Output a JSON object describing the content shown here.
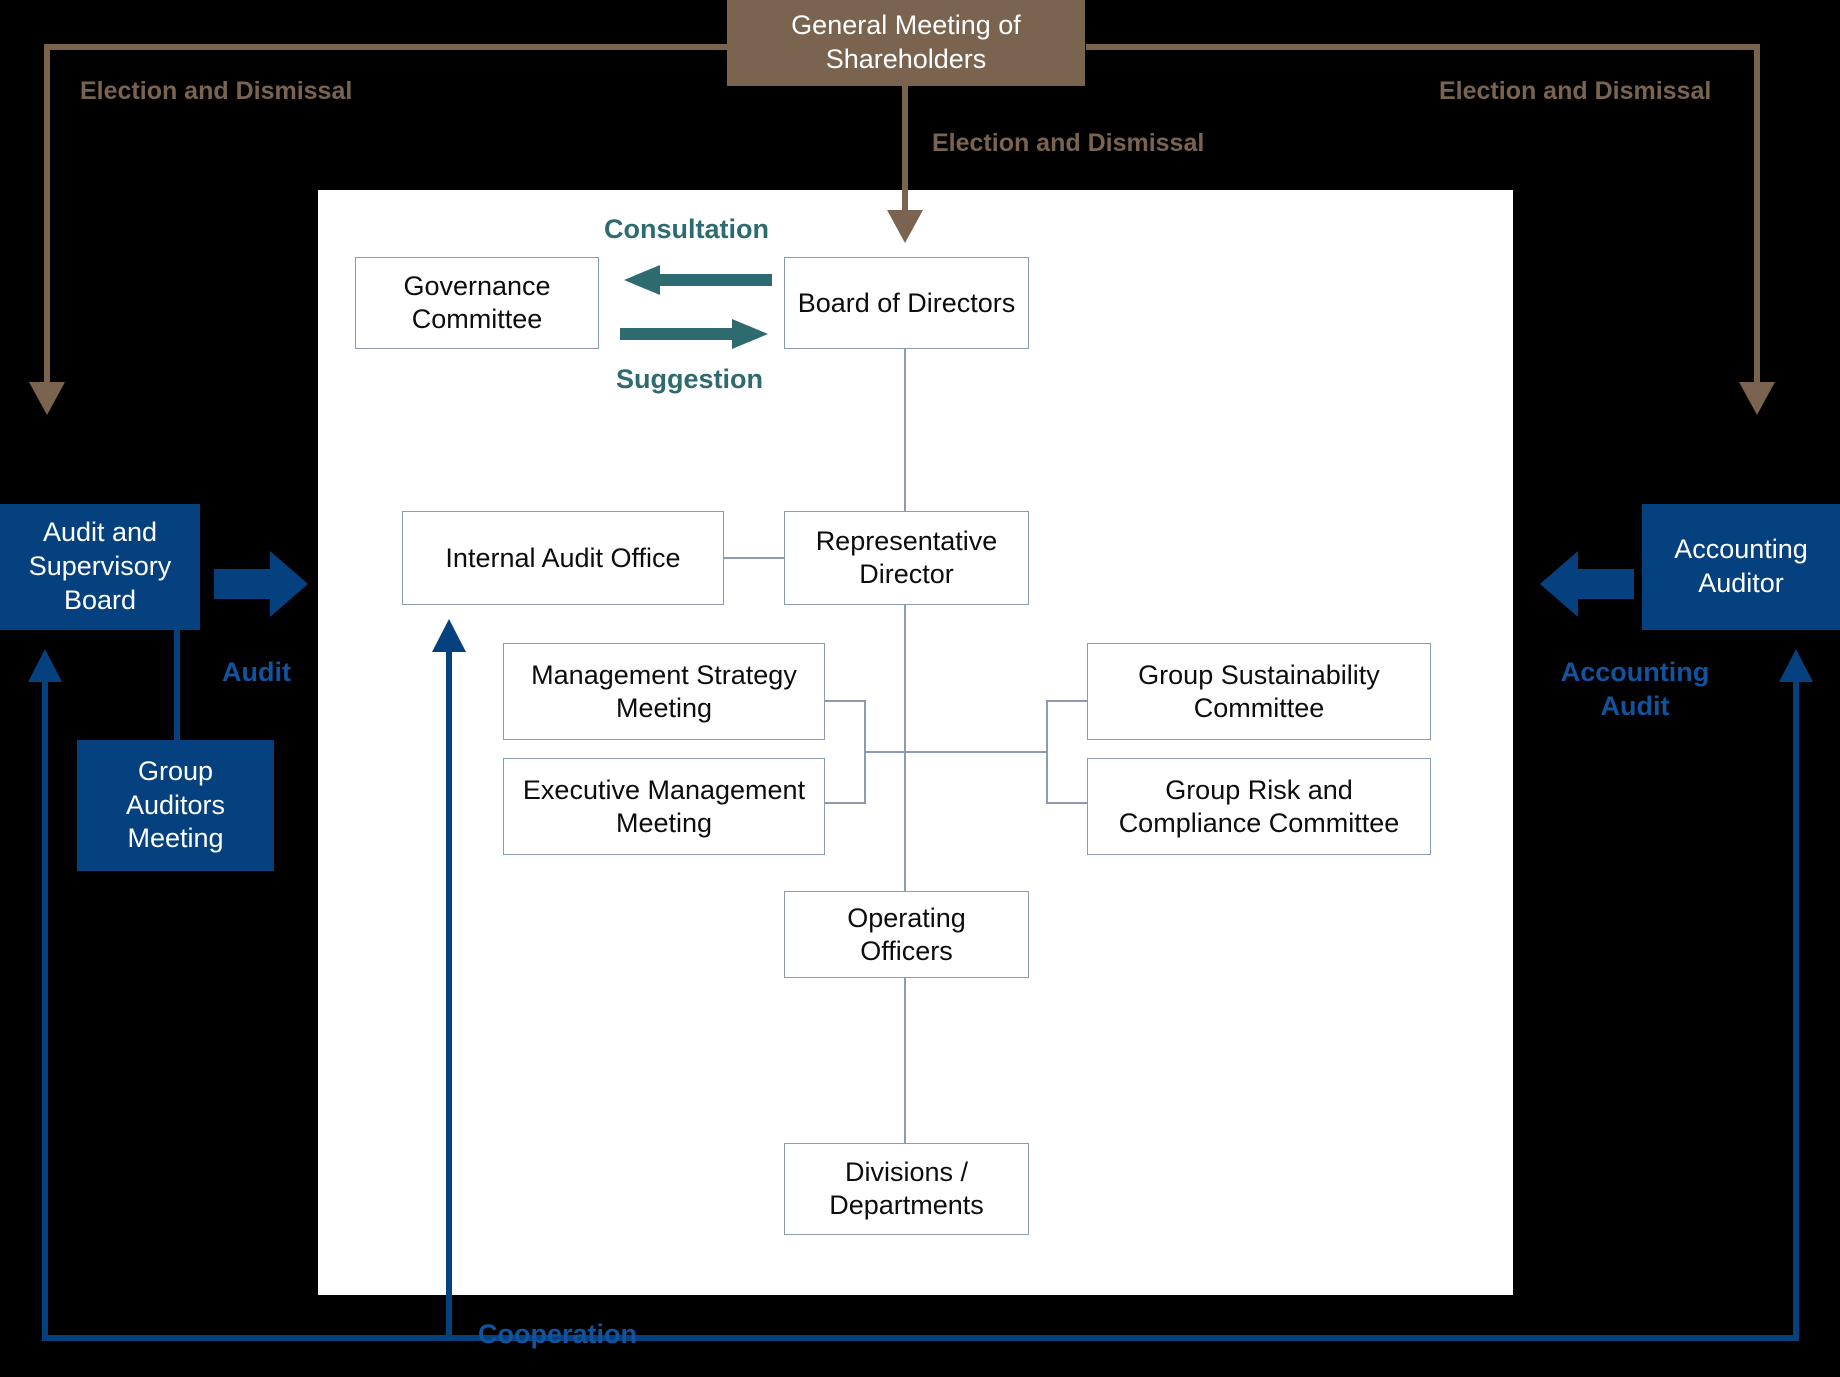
{
  "diagram": {
    "title": "Corporate Governance Structure",
    "colors": {
      "brown": "#7A6450",
      "blue": "#06417F",
      "label_blue": "#11539E",
      "teal": "#2E6B71",
      "box_border": "#8C9BB5",
      "panel": "#FFFFFF",
      "background": "#000000"
    }
  },
  "nodes": {
    "general_meeting": "General Meeting of\nShareholders",
    "governance_committee": "Governance\nCommittee",
    "board_of_directors": "Board of Directors",
    "internal_audit_office": "Internal Audit Office",
    "representative_director": "Representative\nDirector",
    "management_strategy_meeting": "Management Strategy\nMeeting",
    "executive_management_meeting": "Executive Management\nMeeting",
    "group_sustainability_committee": "Group  Sustainability\nCommittee",
    "group_risk_compliance_committee": "Group Risk and\nCompliance Committee",
    "operating_officers": "Operating\nOfficers",
    "divisions_departments": "Divisions /\nDepartments",
    "audit_supervisory_board": "Audit and\nSupervisory\nBoard",
    "group_auditors_meeting": "Group\nAuditors\nMeeting",
    "accounting_auditor": "Accounting\nAuditor"
  },
  "edge_labels": {
    "election_dismissal_left": "Election and Dismissal",
    "election_dismissal_center": "Election and Dismissal",
    "election_dismissal_right": "Election and Dismissal",
    "consultation": "Consultation",
    "suggestion": "Suggestion",
    "audit": "Audit",
    "accounting_audit": "Accounting\nAudit",
    "cooperation": "Cooperation"
  }
}
